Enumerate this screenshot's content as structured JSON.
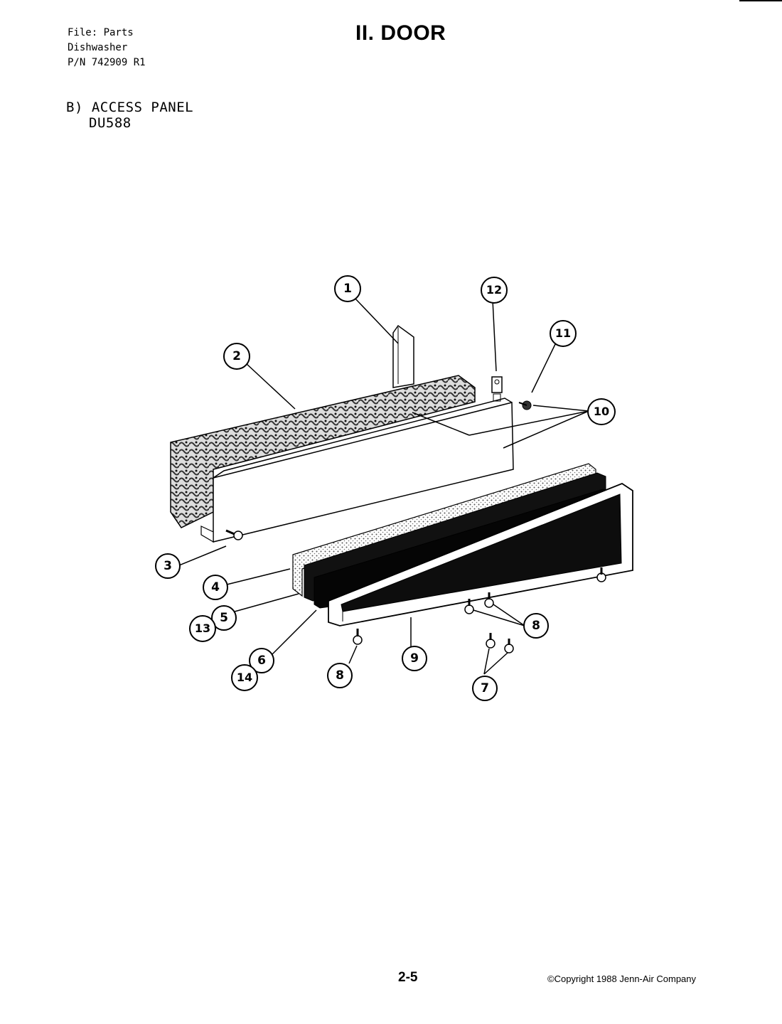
{
  "header": {
    "file_line": "File: Parts",
    "appliance": "Dishwasher",
    "part_number": "P/N 742909 R1"
  },
  "page_title": "II. DOOR",
  "section": {
    "label": "B) ACCESS PANEL",
    "model": "DU588"
  },
  "callouts": [
    "1",
    "2",
    "3",
    "4",
    "5",
    "6",
    "7",
    "8",
    "8",
    "9",
    "10",
    "11",
    "12",
    "13",
    "14"
  ],
  "footer": {
    "page_number": "2-5",
    "copyright": "©Copyright 1988 Jenn-Air Company"
  }
}
